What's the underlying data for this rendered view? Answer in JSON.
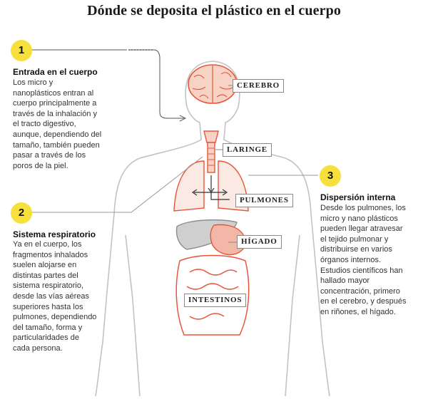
{
  "title": "Dónde se deposita el plástico en el cuerpo",
  "steps": [
    {
      "number": "1",
      "title": "Entrada en el cuerpo",
      "lines": [
        "Los micro y",
        "nanoplásticos entran al",
        "cuerpo principalmente a",
        "través de la inhalación y",
        "el tracto digestivo,",
        "aunque, dependiendo del",
        "tamaño, también pueden",
        "pasar a través de los",
        "poros de la piel."
      ]
    },
    {
      "number": "2",
      "title": "Sistema respiratorio",
      "lines": [
        "Ya en el cuerpo, los",
        "fragmentos inhalados",
        "suelen alojarse en",
        "distintas partes del",
        "sistema respiratorio,",
        "desde las vías aéreas",
        "superiores hasta los",
        "pulmones, dependiendo",
        "del tamaño, forma y",
        "particularidades de",
        "cada persona."
      ]
    },
    {
      "number": "3",
      "title": "Dispersión interna",
      "lines": [
        "Desde los pulmones, los",
        "micro y nano plásticos",
        "pueden llegar atravesar",
        "el tejido pulmonar y",
        "distribuirse en varios",
        "órganos internos.",
        "Estudios científicos han",
        "hallado mayor",
        "concentración, primero",
        "en el cerebro, y después",
        "en riñones, el hígado."
      ]
    }
  ],
  "organs": {
    "cerebro": "CEREBRO",
    "laringe": "LARINGE",
    "pulmones": "PULMONES",
    "higado": "HÍGADO",
    "intestinos": "INTESTINOS"
  },
  "colors": {
    "accent": "#f7e03c",
    "organ_red": "#e8553a",
    "organ_fill": "#f7d3c6",
    "body_outline": "#c2c2c2",
    "gray_organ": "#cfcfcf"
  }
}
